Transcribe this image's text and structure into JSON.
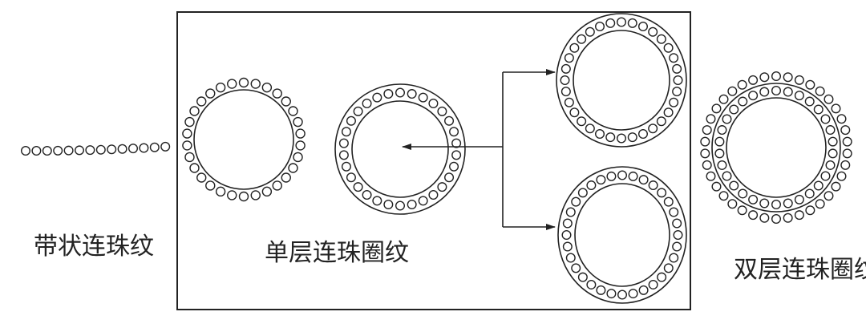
{
  "labels": {
    "band": "带状连珠纹",
    "single": "单层连珠圈纹",
    "double": "双层连珠圈纹"
  },
  "colors": {
    "stroke": "#222222",
    "background": "#ffffff"
  }
}
